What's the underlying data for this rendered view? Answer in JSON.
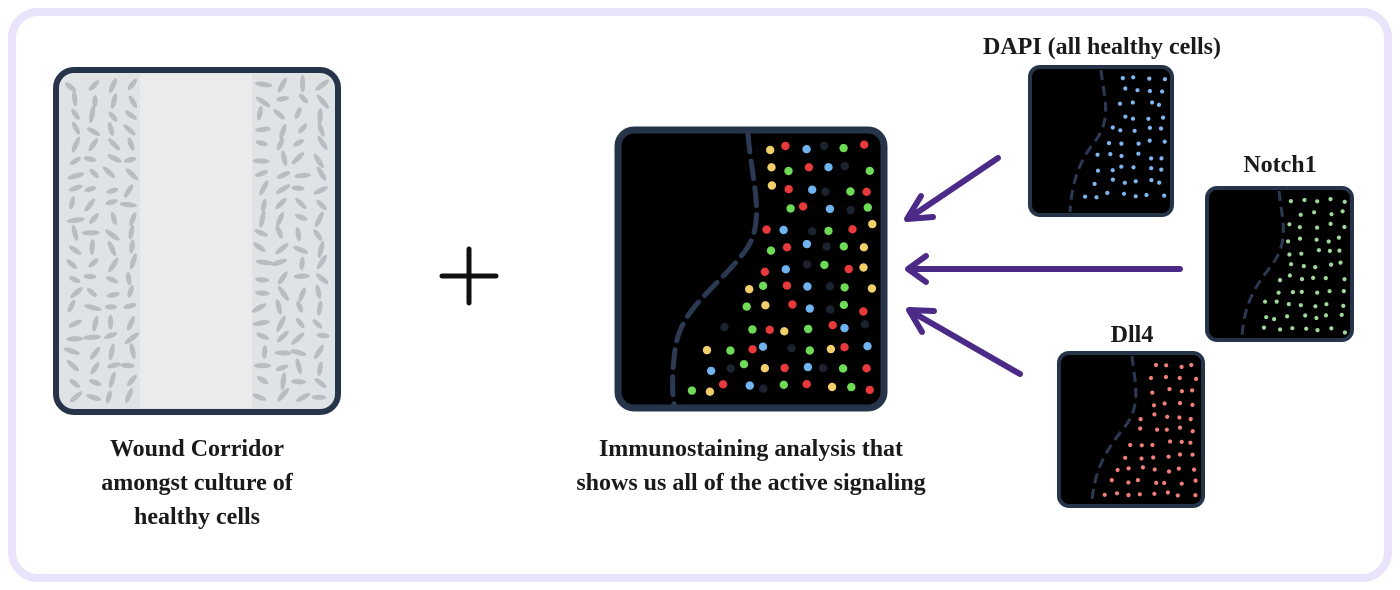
{
  "captions": {
    "wound": "Wound Corridor amongst culture of healthy cells",
    "immuno": "Immunostaining analysis that shows us all of the active signaling"
  },
  "panels": {
    "dapi": {
      "title": "DAPI (all healthy cells)",
      "dot_color": "#7fb6f0"
    },
    "notch1": {
      "title": "Notch1",
      "dot_color": "#9fd79a"
    },
    "dll4": {
      "title": "Dll4",
      "dot_color": "#f07f78"
    }
  },
  "plus_symbol": "+",
  "colors": {
    "frame": "#e9e3fb",
    "arrow": "#4b2a88",
    "panel_border": "#26344a",
    "culture_bg": "#dfe3e6",
    "corridor": "#eaebec",
    "cell": "#b9bdc1",
    "merge_dots": [
      "#e8393b",
      "#6ddb55",
      "#6fb4ef",
      "#f1cf6a",
      "#1b2230"
    ]
  },
  "icons": [
    "plus-icon",
    "arrow-icon"
  ]
}
